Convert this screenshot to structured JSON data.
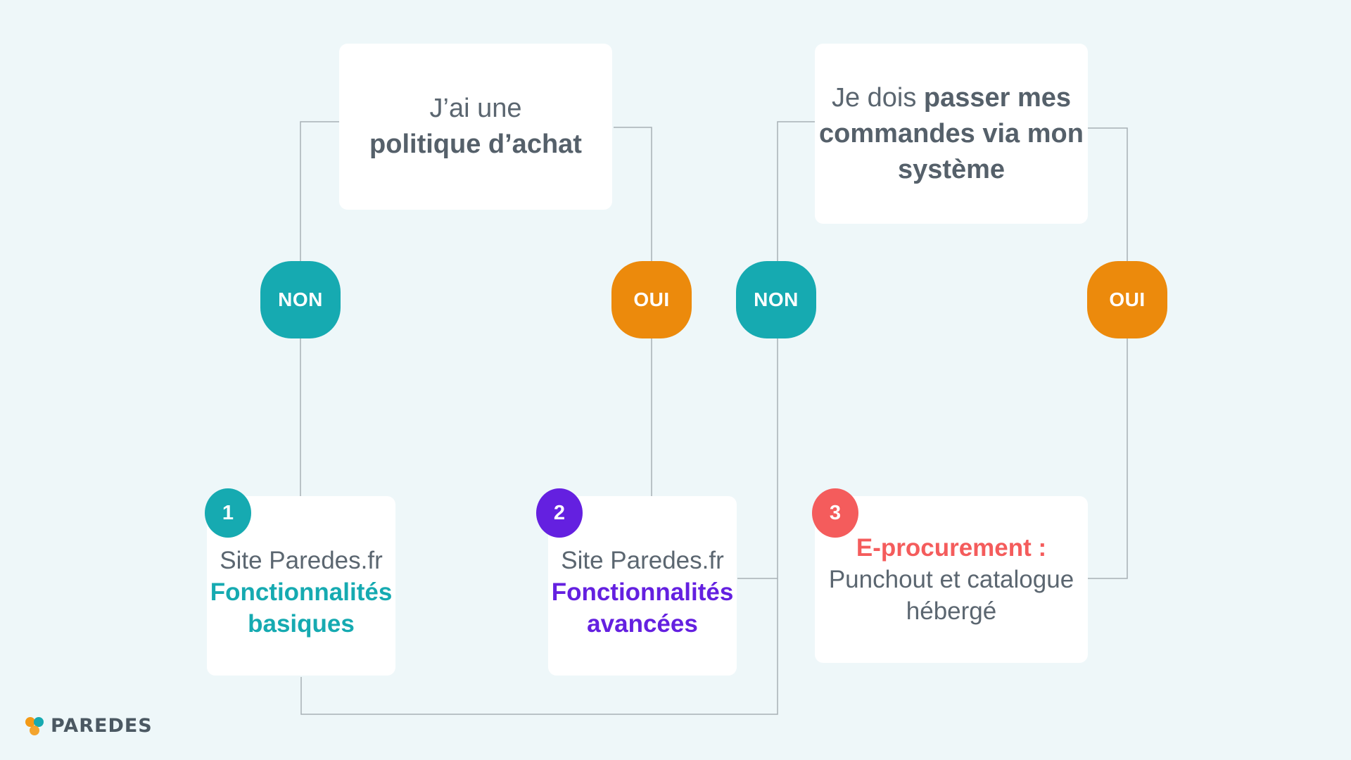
{
  "colors": {
    "non": "#16aab1",
    "oui": "#ec8a0c",
    "step1": "#16aab1",
    "step2": "#6420e0",
    "step3": "#f45c5c",
    "line": "#a7b0b6",
    "text": "#5b6670"
  },
  "questions": [
    {
      "line1": "J’ai une",
      "line2": "politique d’achat"
    },
    {
      "line1_plain": "Je dois ",
      "line1_bold": "passer mes",
      "line2": "commandes via mon",
      "line3": "système"
    }
  ],
  "answers": {
    "q1_no": "NON",
    "q1_yes": "OUI",
    "q2_no": "NON",
    "q2_yes": "OUI"
  },
  "results": [
    {
      "number": "1",
      "line1": "Site Paredes.fr",
      "line2": "Fonctionnalités",
      "line3": "basiques"
    },
    {
      "number": "2",
      "line1": "Site Paredes.fr",
      "line2": "Fonctionnalités",
      "line3": "avancées"
    },
    {
      "number": "3",
      "line1": "E-procurement :",
      "line2": "Punchout et catalogue",
      "line3": "hébergé"
    }
  ],
  "logo": {
    "text": "PAREDES",
    "icon": "paredes-logo-icon"
  }
}
